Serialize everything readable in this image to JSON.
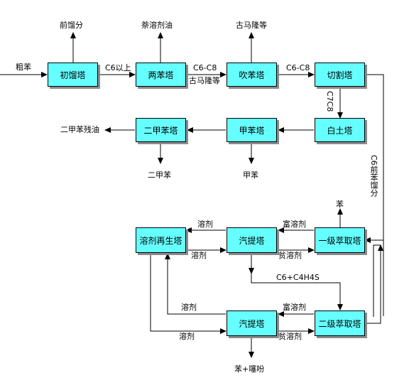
{
  "nodes": {
    "initial_tower": "初馏塔",
    "two_benzene_tower": "两苯塔",
    "blow_benzene_tower": "吹苯塔",
    "cutting_tower": "切割塔",
    "clay_tower": "白土塔",
    "toluene_tower": "甲苯塔",
    "xylene_tower": "二甲苯塔",
    "solvent_regen_tower": "溶剂再生塔",
    "stripper_1": "汽提塔",
    "stripper_2": "汽提塔",
    "extractor_1": "一级萃取塔",
    "extractor_2": "二级萃取塔"
  },
  "labels": {
    "crude_benzene": "粗苯",
    "fore_fraction": "前馏分",
    "naphthalene_solvent_oil": "萘溶剂油",
    "coumarone": "古马隆等",
    "c6_above": "C6以上",
    "c6_c8_a": "C6-C8",
    "coumarone_etc": "古马隆等",
    "c6_c8_b": "C6-C8",
    "c7c8": "C7C8",
    "c6_fraction": "C6前苯馏分",
    "xylene_residue_oil": "二甲苯残油",
    "xylene": "二甲苯",
    "toluene": "甲苯",
    "benzene": "苯",
    "solvent_1": "溶剂",
    "rich_solvent_1": "富溶剂",
    "solvent_2": "溶剂",
    "lean_solvent_1": "贫溶剂",
    "c6_c4h4s": "C6+C4H4S",
    "solvent_3": "溶剂",
    "rich_solvent_2": "富溶剂",
    "solvent_4": "溶剂",
    "lean_solvent_2": "贫溶剂",
    "benzene_thiophene": "苯+噻吩"
  }
}
